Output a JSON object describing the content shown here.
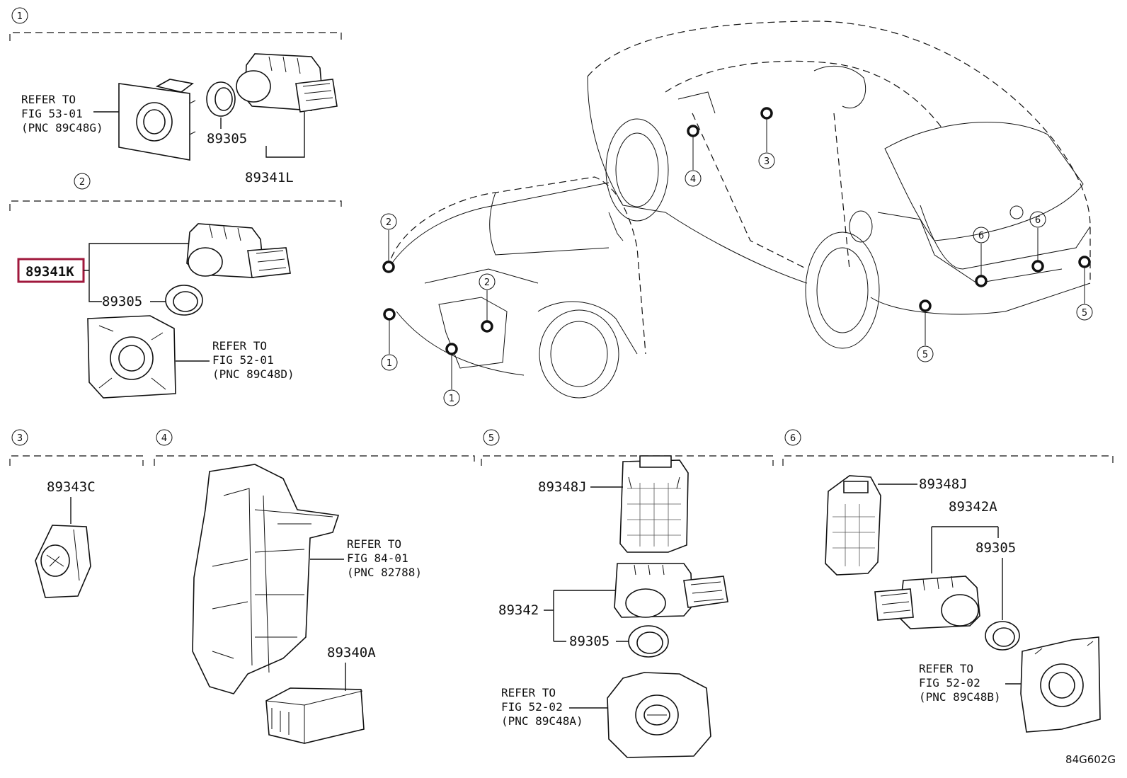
{
  "drawing_code": "84G602G",
  "highlight_color": "#a0183c",
  "sections": [
    {
      "num": "1",
      "refer_to": "REFER TO",
      "fig": "FIG 53-01",
      "pnc": "(PNC 89C48G)",
      "parts": [
        "89305",
        "89341L"
      ]
    },
    {
      "num": "2",
      "refer_to": "REFER TO",
      "fig": "FIG 52-01",
      "pnc": "(PNC 89C48D)",
      "parts": [
        "89341K",
        "89305"
      ],
      "highlighted_part": "89341K"
    },
    {
      "num": "3",
      "parts": [
        "89343C"
      ]
    },
    {
      "num": "4",
      "refer_to": "REFER TO",
      "fig": "FIG 84-01",
      "pnc": "(PNC 82788)",
      "parts": [
        "89340A"
      ]
    },
    {
      "num": "5",
      "refer_to": "REFER TO",
      "fig": "FIG 52-02",
      "pnc": "(PNC 89C48A)",
      "parts": [
        "89348J",
        "89342",
        "89305"
      ]
    },
    {
      "num": "6",
      "refer_to": "REFER TO",
      "fig": "FIG 52-02",
      "pnc": "(PNC 89C48B)",
      "parts": [
        "89348J",
        "89342A",
        "89305"
      ]
    }
  ],
  "callouts": [
    "1",
    "1",
    "2",
    "2",
    "3",
    "4",
    "5",
    "5",
    "6",
    "6"
  ]
}
